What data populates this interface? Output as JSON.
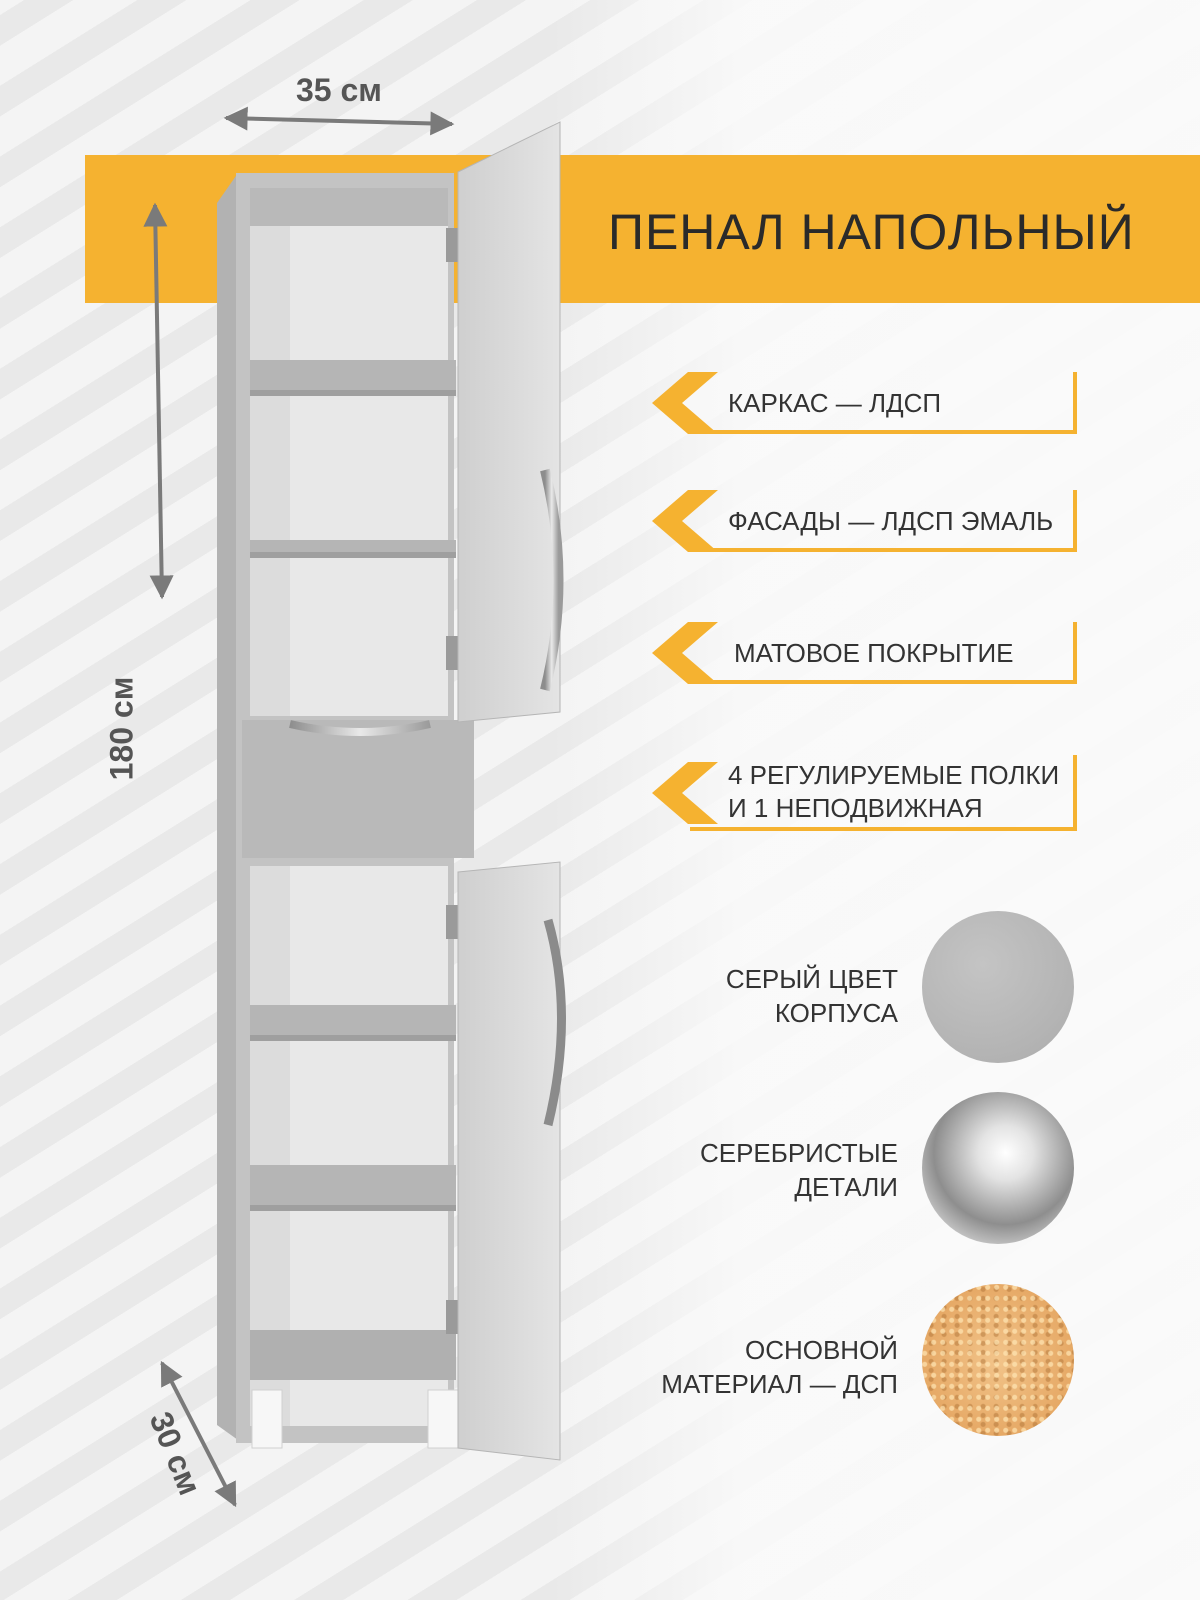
{
  "dimensions": {
    "width_label": "35 см",
    "height_label": "180 см",
    "depth_label": "30 см"
  },
  "title": "ПЕНАЛ НАПОЛЬНЫЙ",
  "features": [
    {
      "lines": [
        "КАРКАС — ЛДСП"
      ]
    },
    {
      "lines": [
        "ФАСАДЫ — ЛДСП ЭМАЛЬ"
      ]
    },
    {
      "lines": [
        "МАТОВОЕ ПОКРЫТИЕ"
      ]
    },
    {
      "lines": [
        "4 РЕГУЛИРУЕМЫЕ ПОЛКИ",
        "И 1 НЕПОДВИЖНАЯ"
      ]
    }
  ],
  "swatches": [
    {
      "lines": [
        "СЕРЫЙ ЦВЕТ",
        "КОРПУСА"
      ],
      "color": "#b5b5b5"
    },
    {
      "lines": [
        "СЕРЕБРИСТЫЕ",
        "ДЕТАЛИ"
      ],
      "color": "#c9c9c9"
    },
    {
      "lines": [
        "ОСНОВНОЙ",
        "МАТЕРИАЛ — ДСП"
      ],
      "color": "#eab273"
    }
  ],
  "colors": {
    "accent": "#f5b230",
    "body_gray": "#c2c2c2",
    "dimension_gray": "#7a7a7a"
  }
}
